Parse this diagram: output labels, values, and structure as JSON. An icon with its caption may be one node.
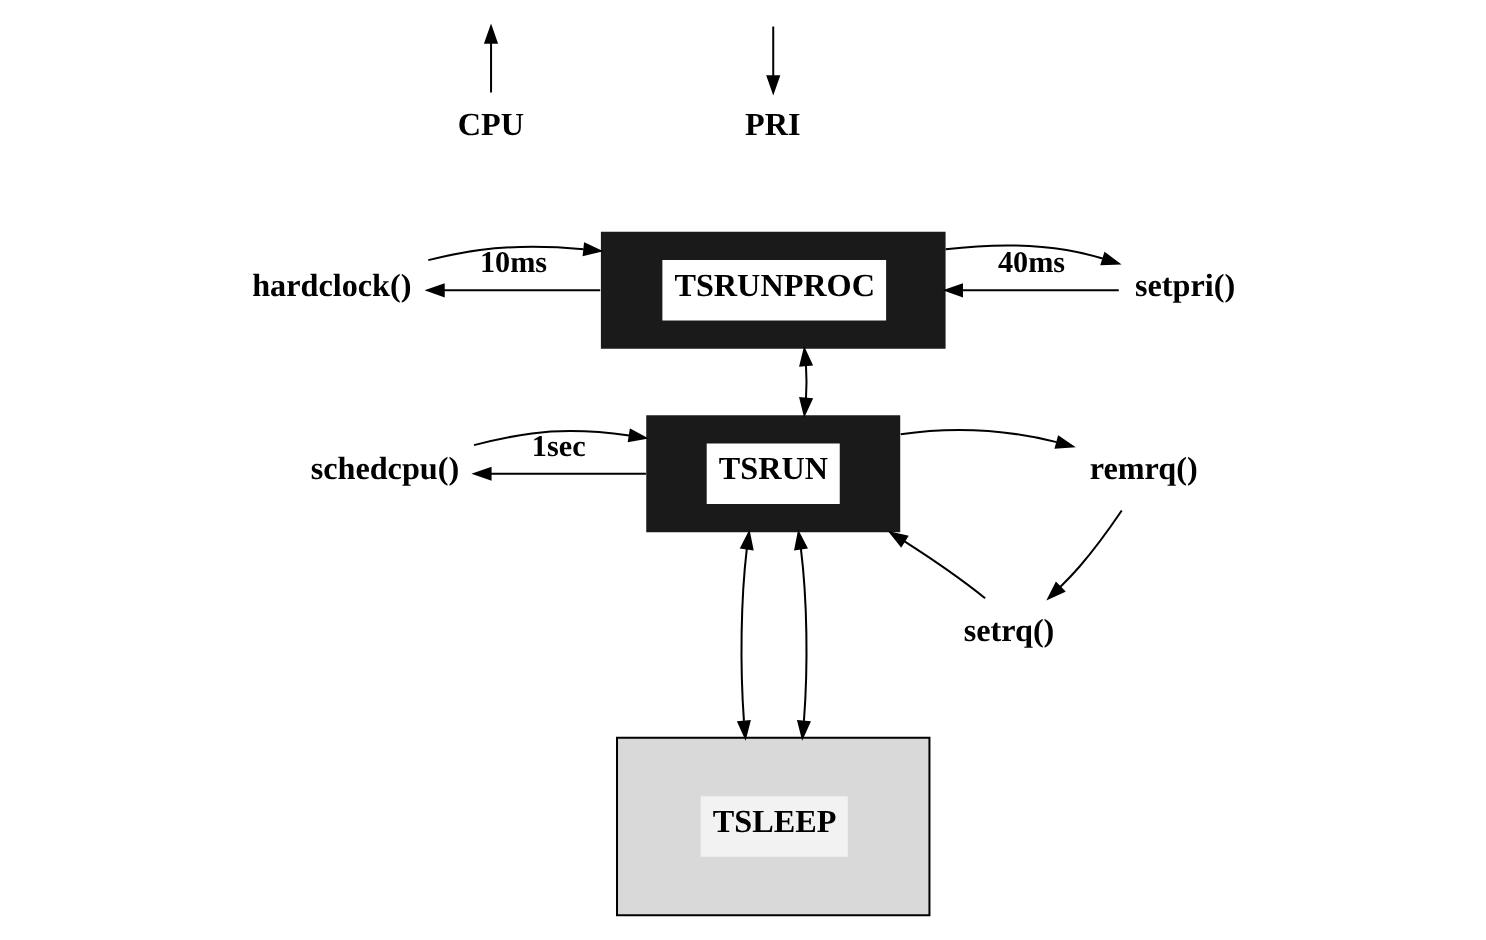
{
  "diagram": {
    "nodes": [
      {
        "text": [
          "CPU"
        ]
      },
      {
        "text": [
          "PRI"
        ]
      },
      {
        "text": [
          "hardclock()"
        ]
      },
      {
        "text": [
          "TSRUNPROC"
        ]
      },
      {
        "text": [
          "setpri()"
        ]
      },
      {
        "text": [
          "schedcpu()"
        ]
      },
      {
        "text": [
          "TSRUN"
        ]
      },
      {
        "text": [
          "remrq()"
        ]
      },
      {
        "text": [
          "setrq()"
        ]
      },
      {
        "text": [
          "TSLEEP"
        ]
      }
    ],
    "edges": [
      {
        "from": 0,
        "to": null,
        "arrow": "to"
      },
      {
        "from": null,
        "to": 1,
        "arrow": "to"
      },
      {
        "from": 2,
        "to": 3,
        "arrow": "to"
      },
      {
        "from": 3,
        "to": 2,
        "arrow": "to",
        "label": "10ms"
      },
      {
        "from": 3,
        "to": 4,
        "arrow": "to"
      },
      {
        "from": 4,
        "to": 3,
        "arrow": "to",
        "label": "40ms"
      },
      {
        "from": 3,
        "to": 6,
        "arrow": "both"
      },
      {
        "from": 5,
        "to": 6,
        "arrow": "to"
      },
      {
        "from": 6,
        "to": 5,
        "arrow": "to",
        "label": "1sec"
      },
      {
        "from": 6,
        "to": 7,
        "arrow": "to"
      },
      {
        "from": 7,
        "to": 8,
        "arrow": "to"
      },
      {
        "from": 8,
        "to": 6,
        "arrow": "to"
      },
      {
        "from": 6,
        "to": 9,
        "arrow": "both"
      },
      {
        "from": 6,
        "to": 9,
        "arrow": "both"
      }
    ]
  }
}
